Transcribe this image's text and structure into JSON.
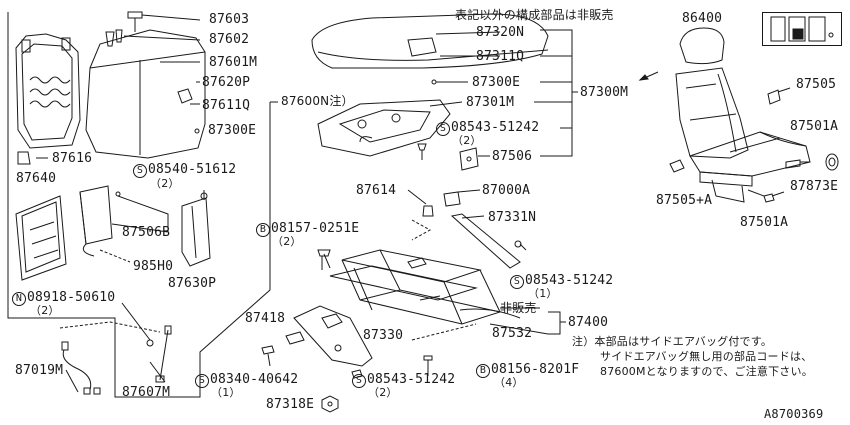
{
  "diagram": {
    "header_note": "表記以外の構成部品は非販売",
    "non_sale": "非販売",
    "footnote_lines": [
      "注）本部品はサイドエアバッグ付です。",
      "サイドエアバッグ無し用の部品コードは、",
      "87600Mとなりますので、ご注意下さい。"
    ],
    "diagram_id": "A8700369",
    "parts": {
      "p87603": "87603",
      "p87602": "87602",
      "p87601M": "87601M",
      "p87620P": "87620P",
      "p87611Q": "87611Q",
      "p87300E_a": "87300E",
      "p87616": "87616",
      "p87600N": "87600N注）",
      "s08540": "08540-51612",
      "q08540": "（2）",
      "p87640": "87640",
      "p87506B": "87506B",
      "p985H0": "985H0",
      "p87630P": "87630P",
      "n08918": "08918-50610",
      "q08918": "（2）",
      "p87019M": "87019M",
      "p87607M": "87607M",
      "p87320N": "87320N",
      "p87311Q": "87311Q",
      "p87300E_b": "87300E",
      "p87300M": "87300M",
      "p87301M": "87301M",
      "s08543a": "08543-51242",
      "q08543a": "（2）",
      "p87506": "87506",
      "p87614": "87614",
      "p87000A": "87000A",
      "p87331N": "87331N",
      "b08157": "08157-0251E",
      "q08157": "（2）",
      "s08543b": "08543-51242",
      "q08543b": "（1）",
      "p87418": "87418",
      "p87330": "87330",
      "p87532": "87532",
      "p87400": "87400",
      "s08340": "08340-40642",
      "q08340": "（1）",
      "s08543c": "08543-51242",
      "q08543c": "（2）",
      "b08156": "08156-8201F",
      "q08156": "（4）",
      "p87318E": "87318E",
      "p86400": "86400",
      "p87505": "87505",
      "p87501A_a": "87501A",
      "p87873E": "87873E",
      "p87505A": "87505+A",
      "p87501A_b": "87501A"
    },
    "symbols": {
      "S": "S",
      "B": "B",
      "N": "N"
    }
  }
}
